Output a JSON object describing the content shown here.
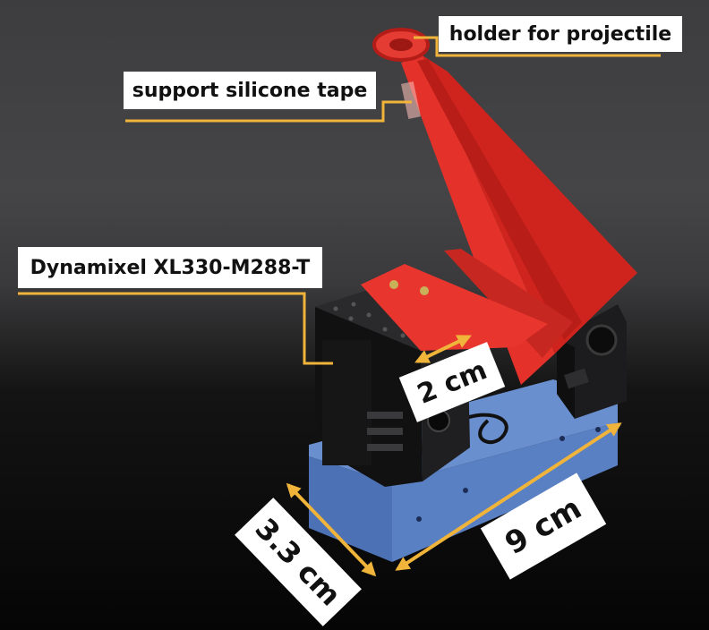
{
  "colors": {
    "backdrop": "#3f3f41",
    "floor": "#0a0a0a",
    "arm": "#e02a22",
    "base": "#5f86c9",
    "servo": "#1a1a1a",
    "leader": "#f0b43a",
    "label_bg": "#ffffff"
  },
  "labels": {
    "holder": "holder for projectile",
    "support": "support silicone tape",
    "servo": "Dynamixel XL330-M288-T",
    "dim_2cm": "2 cm",
    "dim_9cm": "9 cm",
    "dim_3_3cm": "3.3 cm"
  }
}
